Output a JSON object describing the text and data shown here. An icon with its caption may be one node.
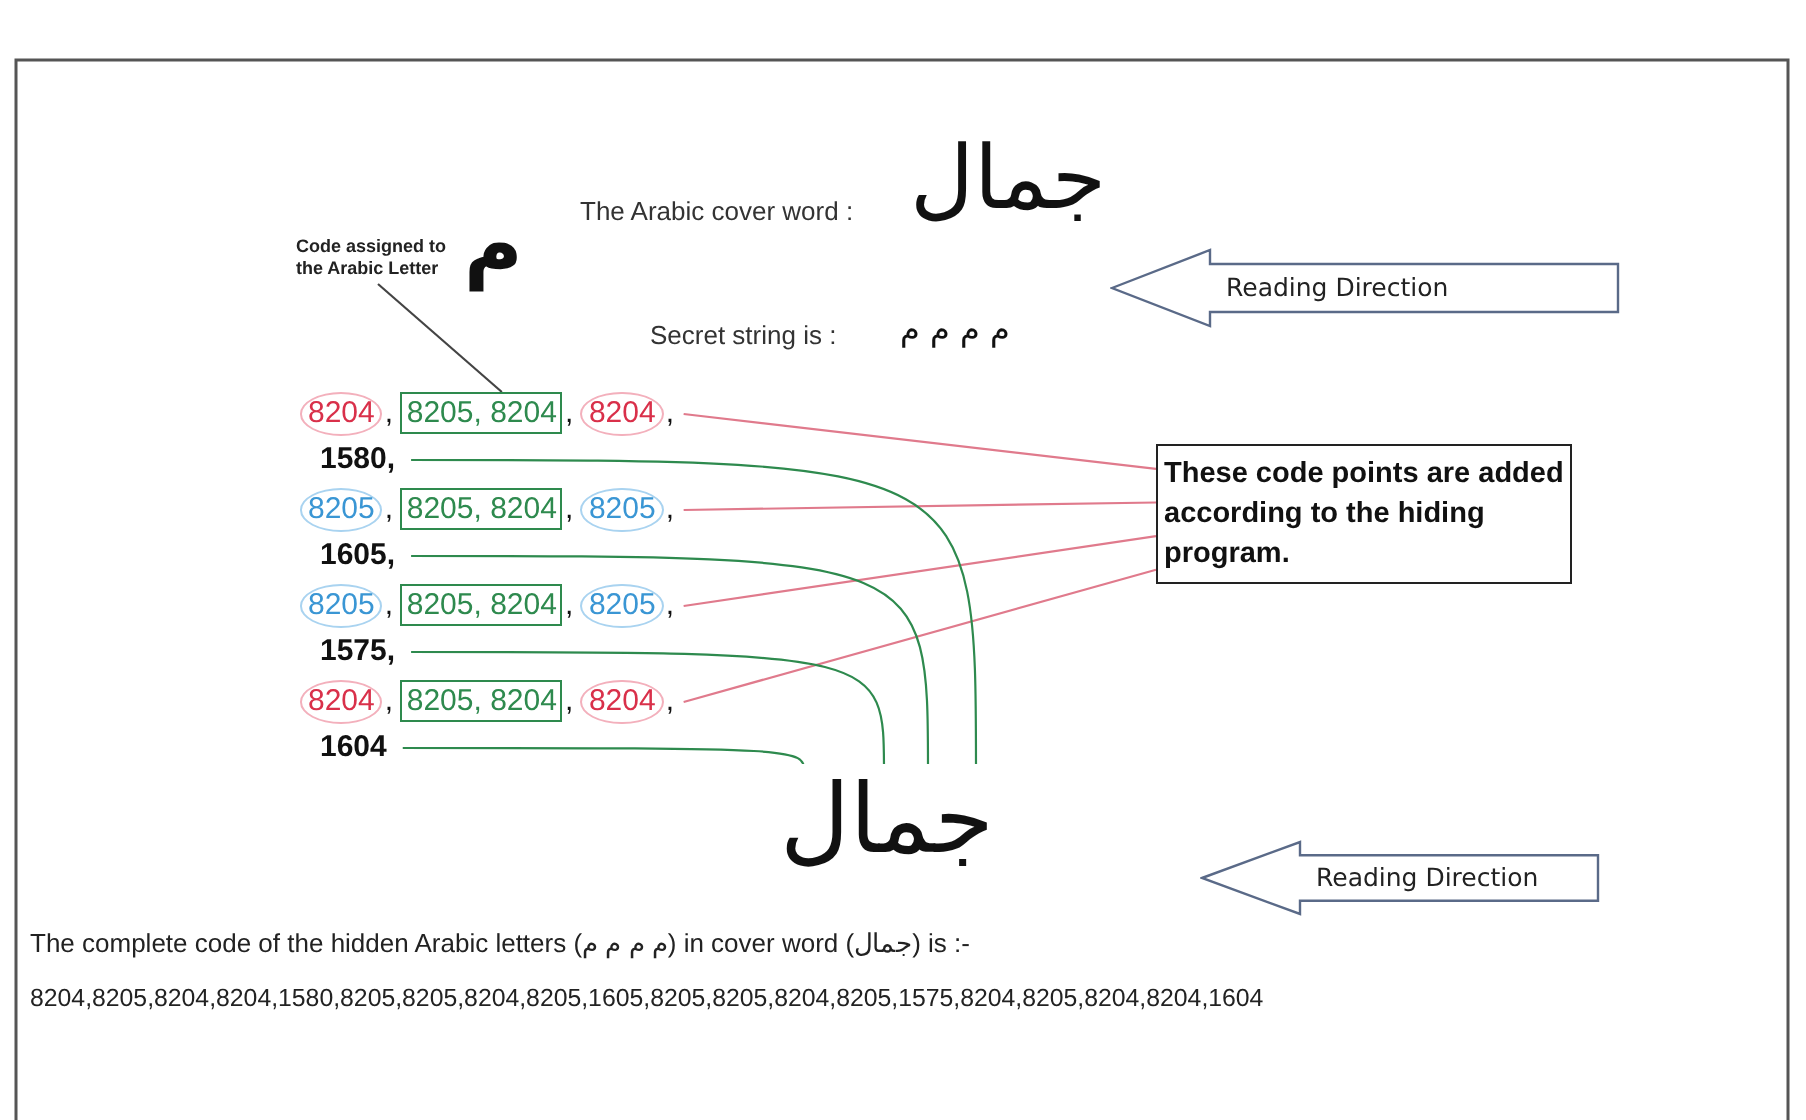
{
  "diagram": {
    "nodes": [
      {
        "text": [
          "Reading Direction"
        ]
      },
      {
        "text": [
          "Code assigned to the Arabic Letter"
        ]
      },
      {
        "text": [
          "8204"
        ],
        "beside": [
          ","
        ]
      },
      {
        "text": [
          "8205, 8204"
        ],
        "beside": [
          ","
        ]
      },
      {
        "text": [
          "8204"
        ],
        "beside": [
          ","
        ]
      },
      {
        "text": [
          "1580,"
        ]
      },
      {
        "text": [
          "8205"
        ],
        "beside": [
          ","
        ]
      },
      {
        "text": [
          "8205, 8204"
        ],
        "beside": [
          ","
        ]
      },
      {
        "text": [
          "8205"
        ],
        "beside": [
          ","
        ]
      },
      {
        "text": [
          "1605,"
        ]
      },
      {
        "text": [
          "8205"
        ],
        "beside": [
          ","
        ]
      },
      {
        "text": [
          "8205, 8204"
        ],
        "beside": [
          ","
        ]
      },
      {
        "text": [
          "8205"
        ],
        "beside": [
          ","
        ]
      },
      {
        "text": [
          "1575,"
        ]
      },
      {
        "text": [
          "8204"
        ],
        "beside": [
          ","
        ]
      },
      {
        "text": [
          "8205, 8204"
        ],
        "beside": [
          ","
        ]
      },
      {
        "text": [
          "8204"
        ],
        "beside": [
          ","
        ]
      },
      {
        "text": [
          "1604"
        ]
      },
      {
        "text": [
          "These code points are added according to the hiding program."
        ]
      },
      {
        "text": [
          "جمال"
        ]
      },
      {
        "text": [
          "Reading Direction"
        ]
      }
    ],
    "edges": [
      {
        "from": 1,
        "to": 3,
        "arrow": "none",
        "color": "#444444"
      },
      {
        "from": 4,
        "to": 18,
        "arrow": "none",
        "color": "#e07a8c"
      },
      {
        "from": 8,
        "to": 18,
        "arrow": "none",
        "color": "#e07a8c"
      },
      {
        "from": 12,
        "to": 18,
        "arrow": "none",
        "color": "#e07a8c"
      },
      {
        "from": 16,
        "to": 18,
        "arrow": "none",
        "color": "#e07a8c"
      },
      {
        "from": 5,
        "to": 19,
        "arrow": "none",
        "color": "#2e8a4e"
      },
      {
        "from": 9,
        "to": 19,
        "arrow": "none",
        "color": "#2e8a4e"
      },
      {
        "from": 13,
        "to": 19,
        "arrow": "none",
        "color": "#2e8a4e"
      },
      {
        "from": 17,
        "to": 19,
        "arrow": "none",
        "color": "#2e8a4e"
      }
    ],
    "labels": [
      "The Arabic cover word :",
      "جمال",
      "م",
      "Secret string is :",
      "م م م م",
      "The complete code of the hidden Arabic letters (م م م م) in cover word (جمال) is :-",
      "8204,8205,8204,8204,1580,8205,8205,8204,8205,1605,8205,8205,8204,8205,1575,8204,8205,8204,8204,1604"
    ]
  }
}
